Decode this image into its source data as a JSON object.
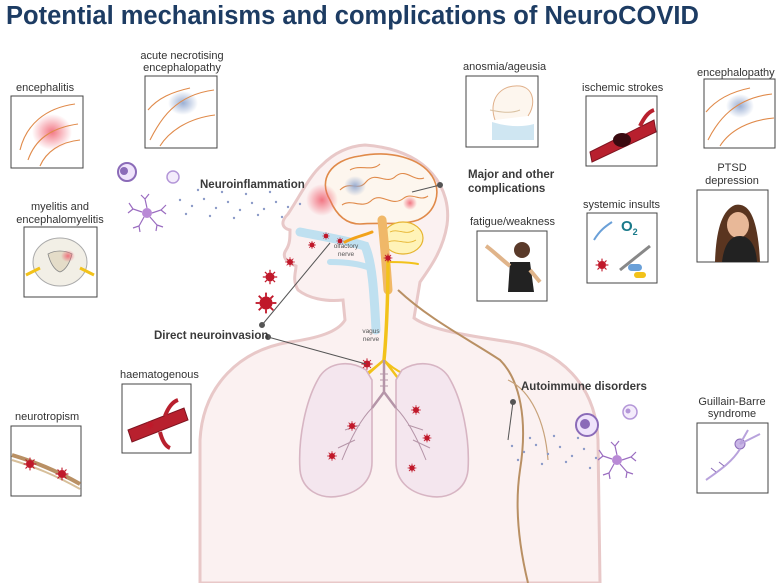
{
  "title": "Potential mechanisms and complications of NeuroCOVID",
  "mechanisms": {
    "neuroinflammation": "Neuroinflammation",
    "major_complications_line1": "Major and other",
    "major_complications_line2": "complications",
    "direct_neuroinvasion": "Direct neuroinvasion",
    "autoimmune_disorders": "Autoimmune disorders"
  },
  "anatomy": {
    "olfactory_nerve_line1": "olfactory",
    "olfactory_nerve_line2": "nerve",
    "vagus_nerve_line1": "vagus",
    "vagus_nerve_line2": "nerve"
  },
  "panels": {
    "encephalitis": "encephalitis",
    "acute_necrotising_line1": "acute necrotising",
    "acute_necrotising_line2": "encephalopathy",
    "myelitis_line1": "myelitis and",
    "myelitis_line2": "encephalomyelitis",
    "neurotropism": "neurotropism",
    "haematogenous": "haematogenous",
    "anosmia": "anosmia/ageusia",
    "ischemic_strokes": "ischemic strokes",
    "encephalopathy": "encephalopathy",
    "fatigue": "fatigue/weakness",
    "systemic_insults": "systemic insults",
    "ptsd_line1": "PTSD",
    "ptsd_line2": "depression",
    "guillain_line1": "Guillain-Barre",
    "guillain_line2": "syndrome"
  },
  "oxygen_symbol": "O",
  "oxygen_subscript": "2",
  "colors": {
    "title": "#1d3c63",
    "virus": "#c0182a",
    "nerve": "#f2c21a",
    "body_outline": "#e8c8c8",
    "brain_outline": "#e08a4a",
    "immune_cell": "#8b6bb8"
  }
}
